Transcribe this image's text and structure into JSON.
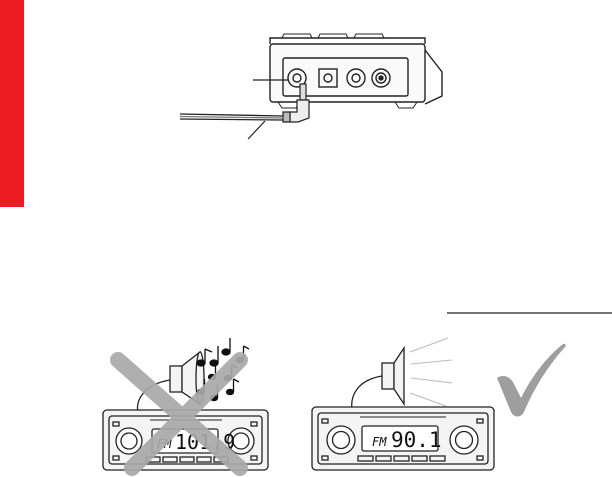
{
  "colors": {
    "accent_red": "#ed1c24",
    "x_mark": "#a9a9a9",
    "check_mark": "#9e9e9e",
    "outline": "#222222",
    "panel_fill": "#f4f4f4"
  },
  "radio_left": {
    "band": "FM",
    "frequency": "101.9",
    "status": "crossed-out"
  },
  "radio_right": {
    "band": "FM",
    "frequency": "90.1",
    "status": "check-mark"
  },
  "icons": [
    "speaker-icon",
    "music-notes-icon",
    "sound-waves-icon",
    "x-mark-icon",
    "check-mark-icon",
    "audio-plug-icon"
  ]
}
